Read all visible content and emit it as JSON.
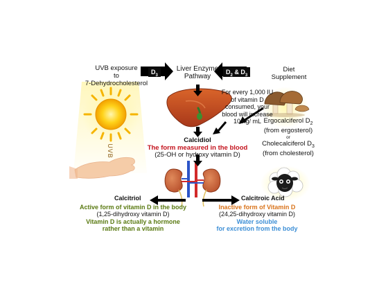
{
  "uvb": {
    "line1": "UVB exposure",
    "line2": "to",
    "line3": "7-Dehydrocholesterol",
    "arrow_text": "UVB"
  },
  "d3_tag": {
    "main": "D",
    "sub": "3"
  },
  "d2d3_tag": {
    "main1": "D",
    "sub1": "2",
    "amp": " & D",
    "sub2": "3"
  },
  "liver": {
    "line1": "Liver Enzyme",
    "line2": "Pathway"
  },
  "diet": {
    "line1": "Diet",
    "line2": "Supplement"
  },
  "note": {
    "line1": "For every 1,000 IU",
    "line2": "of vitamin D",
    "line3": "consumed, your",
    "line4": "blood will increase",
    "line5": "10 ng/ mL"
  },
  "supplement": {
    "ergo_name": "Ergocalciferol D",
    "ergo_sub": "2",
    "ergo_src": "(from ergosterol)",
    "or": "or",
    "chole_name": "Cholecalciferol D",
    "chole_sub": "3",
    "chole_src": "(from cholesterol)"
  },
  "calcidiol": {
    "title": "Calcidiol",
    "subtitle": "The form measured in the blood",
    "desc": "(25-OH or hydroxy vitamin D)"
  },
  "calcitriol": {
    "title": "Calcitriol",
    "line1": "Active form of vitamin D in the body",
    "line2": "(1,25-dihydroxy vitamin D)",
    "line3": "Vitamin D is actually a hormone",
    "line4": "rather than a vitamin"
  },
  "calcitroic": {
    "title": "Calcitroic Acid",
    "line1": "Inactive form of Vitamin D",
    "line2": "(24,25-dihydroxy vitamin D)",
    "line3": "Water soluble",
    "line4": "for excretion from the body"
  },
  "colors": {
    "red": "#c3121c",
    "green": "#5a7a12",
    "orange": "#d9731a",
    "blue": "#3d8fd6",
    "tag_bg": "#0c0c0c"
  },
  "icons": [
    "sun-icon",
    "hand-icon",
    "liver-icon",
    "mushroom-icon",
    "sheep-icon",
    "kidney-icon"
  ]
}
